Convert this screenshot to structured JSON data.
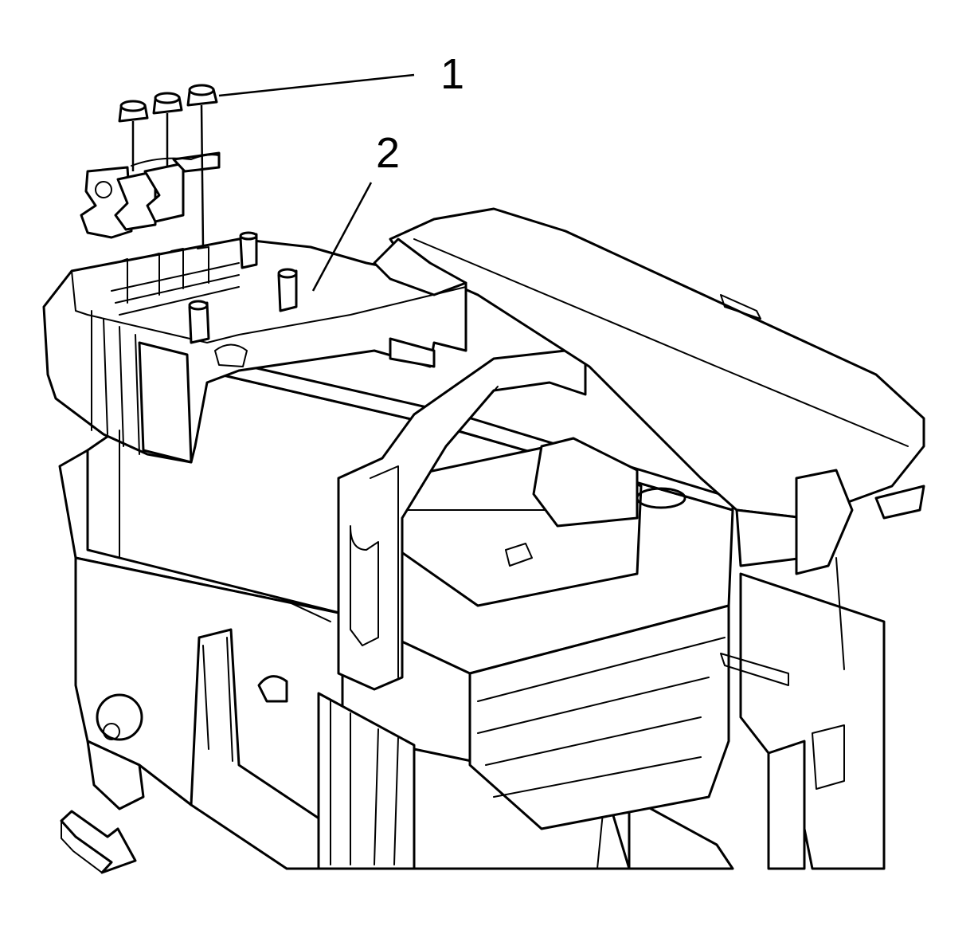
{
  "callouts": [
    {
      "id": "1",
      "label": "1",
      "part": "nut"
    },
    {
      "id": "2",
      "label": "2",
      "part": "bracket"
    }
  ],
  "icons": {
    "view_direction": "front-arrow-icon"
  },
  "colors": {
    "line": "#000000",
    "background": "#ffffff"
  }
}
